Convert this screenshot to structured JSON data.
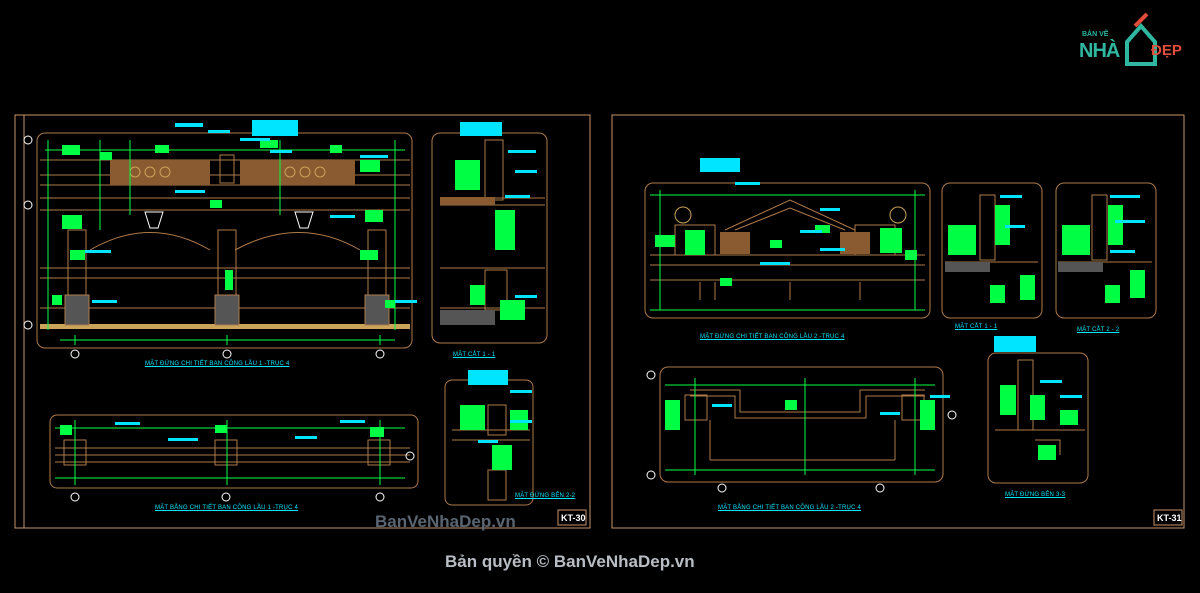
{
  "logo": {
    "line1": "BẢN VẼ",
    "line2": "NHÀ",
    "line3": "ĐẸP"
  },
  "sheets": [
    {
      "id": "KT-30"
    },
    {
      "id": "KT-31"
    }
  ],
  "drawings": {
    "d1": "MẶT ĐỨNG CHI TIẾT BAN CÔNG LẦU 1 -TRỤC 4",
    "d2": "MẶT BẰNG CHI TIẾT BAN CÔNG LẦU 1 -TRỤC 4",
    "d3": "MẶT CẮT 1 - 1",
    "d4": "MẶT ĐỨNG BÊN 2-2",
    "d5": "MẶT ĐỨNG CHI TIẾT BAN CÔNG LẦU 2 -TRỤC 4",
    "d6": "MẶT BẰNG CHI TIẾT BAN CÔNG LẦU 2 -TRỤC 4",
    "d7": "MẶT CẮT 1 - 1",
    "d8": "MẶT CẮT 2 - 2",
    "d9": "MẶT ĐỨNG BÊN 3-3"
  },
  "watermark": {
    "site": "BanVeNhaDep.vn",
    "copyright": "Bản quyền © BanVeNhaDep.vn"
  },
  "colors": {
    "background": "#000000",
    "border": "#c8956a",
    "line_brown": "#b07a4a",
    "dim": "#00ff44",
    "label": "#00e5ff",
    "highlight": "#00e5ff",
    "text": "#ffffff"
  }
}
